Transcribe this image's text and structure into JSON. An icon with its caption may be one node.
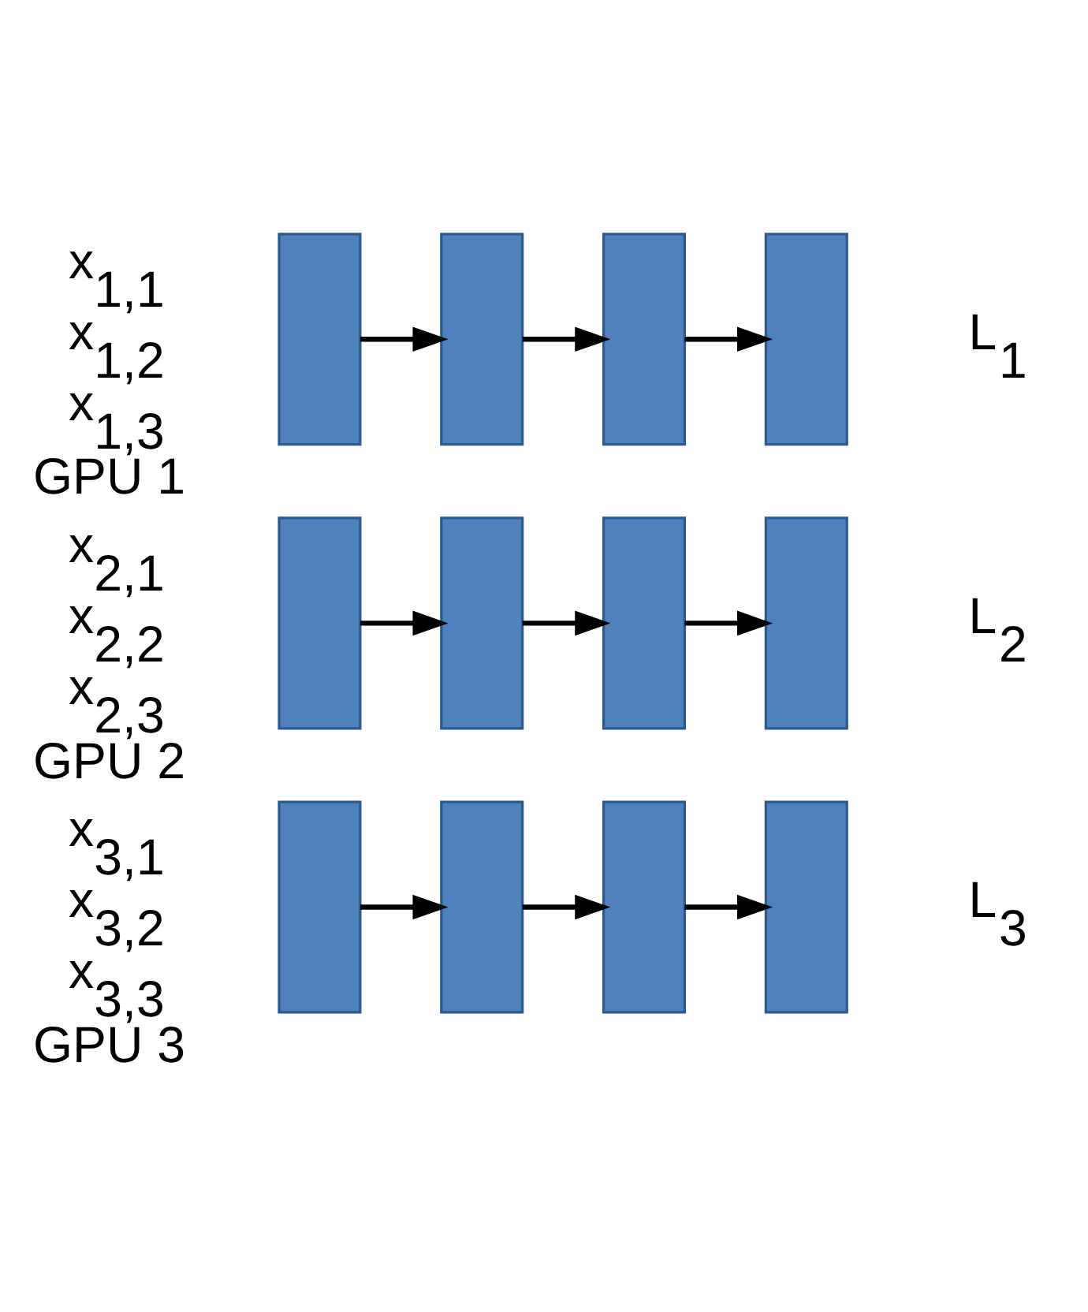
{
  "diagram": {
    "nodes": [
      {
        "text": [],
        "shape": "box"
      },
      {
        "text": [],
        "shape": "box"
      },
      {
        "text": [],
        "shape": "box"
      },
      {
        "text": [],
        "shape": "box"
      },
      {
        "text": [],
        "shape": "box"
      },
      {
        "text": [],
        "shape": "box"
      },
      {
        "text": [],
        "shape": "box"
      },
      {
        "text": [],
        "shape": "box"
      },
      {
        "text": [],
        "shape": "box"
      },
      {
        "text": [],
        "shape": "box"
      },
      {
        "text": [],
        "shape": "box"
      },
      {
        "text": [],
        "shape": "box"
      }
    ],
    "edges": [
      {
        "from": 0,
        "to": 1,
        "arrow": "to"
      },
      {
        "from": 1,
        "to": 2,
        "arrow": "to"
      },
      {
        "from": 2,
        "to": 3,
        "arrow": "to"
      },
      {
        "from": 4,
        "to": 5,
        "arrow": "to"
      },
      {
        "from": 5,
        "to": 6,
        "arrow": "to"
      },
      {
        "from": 6,
        "to": 7,
        "arrow": "to"
      },
      {
        "from": 8,
        "to": 9,
        "arrow": "to"
      },
      {
        "from": 9,
        "to": 10,
        "arrow": "to"
      },
      {
        "from": 10,
        "to": 11,
        "arrow": "to"
      }
    ],
    "labels": [
      "x$_{1,1}$",
      "x$_{1,2}$",
      "x$_{1,3}$",
      "L$_{1}$",
      "GPU 1",
      "x$_{2,1}$",
      "x$_{2,2}$",
      "x$_{2,3}$",
      "L$_{2}$",
      "GPU 2",
      "x$_{3,1}$",
      "x$_{3,2}$",
      "x$_{3,3}$",
      "L$_{3}$",
      "GPU 3"
    ]
  }
}
